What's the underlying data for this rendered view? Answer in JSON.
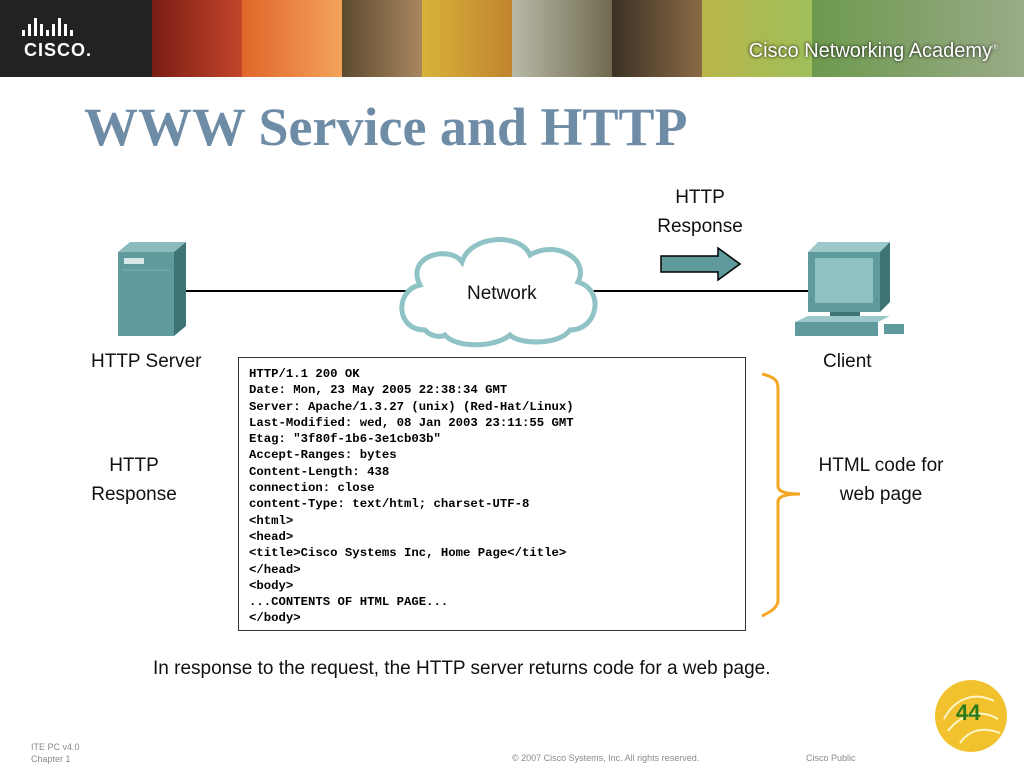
{
  "header": {
    "brand": "CISCO.",
    "academy": "Cisco Networking Academy",
    "academy_mark": "®"
  },
  "title": "WWW Service and HTTP",
  "diagram": {
    "server_label": "HTTP Server",
    "cloud_label": "Network",
    "client_label": "Client",
    "arrow_label_line1": "HTTP",
    "arrow_label_line2": "Response",
    "left_label_line1": "HTTP",
    "left_label_line2": "Response",
    "right_label_line1": "HTML code for",
    "right_label_line2": "web page",
    "code_lines": [
      "HTTP/1.1 200 OK",
      "Date: Mon, 23 May 2005 22:38:34 GMT",
      "Server: Apache/1.3.27 (unix) (Red-Hat/Linux)",
      "Last-Modified: wed, 08 Jan 2003 23:11:55 GMT",
      "Etag: \"3f80f-1b6-3e1cb03b\"",
      "Accept-Ranges: bytes",
      "Content-Length: 438",
      "connection: close",
      "content-Type: text/html; charset-UTF-8",
      "<html>",
      "<head>",
      "<title>Cisco Systems Inc, Home Page</title>",
      "</head>",
      "<body>",
      "...CONTENTS OF HTML PAGE...",
      "</body>"
    ]
  },
  "caption": "In response to the request,  the HTTP server returns code for a web page.",
  "footer": {
    "course_line1": "ITE PC v4.0",
    "course_line2": "Chapter 1",
    "copyright": "© 2007 Cisco Systems, Inc. All rights reserved.",
    "classification": "Cisco Public",
    "page_number": "44"
  },
  "colors": {
    "title": "#6f8ca6",
    "device": "#5f9a9c",
    "bracket": "#f5a623",
    "cloud_stroke": "#7fb3b5"
  }
}
